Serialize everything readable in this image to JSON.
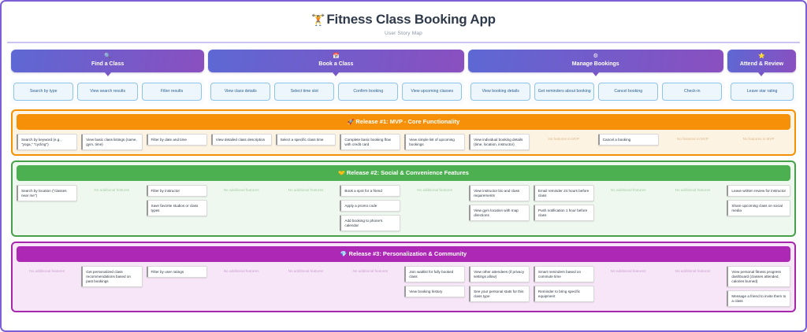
{
  "header": {
    "title": "Fitness Class Booking App",
    "title_icon": "🏋",
    "subtitle": "User Story Map"
  },
  "activities": [
    {
      "label": "Find a Class",
      "icon": "🔍",
      "span": 3
    },
    {
      "label": "Book a Class",
      "icon": "📅",
      "span": 4
    },
    {
      "label": "Manage Bookings",
      "icon": "⚙",
      "span": 4
    },
    {
      "label": "Attend & Review",
      "icon": "⭐",
      "span": 1
    }
  ],
  "tasks": [
    {
      "label": "Search by type"
    },
    {
      "label": "View search results"
    },
    {
      "label": "Filter results"
    },
    {
      "label": "View class details"
    },
    {
      "label": "Select time slot"
    },
    {
      "label": "Confirm booking"
    },
    {
      "label": "View upcoming classes"
    },
    {
      "label": "View booking details"
    },
    {
      "label": "Get reminders about booking"
    },
    {
      "label": "Cancel booking"
    },
    {
      "label": "Check-in"
    },
    {
      "label": "Leave star rating"
    }
  ],
  "releases": [
    {
      "title": "Release #1: MVP - Core Functionality",
      "icon": "🚀",
      "accent": "#f79009",
      "empty_label": "No features in MVP",
      "columns": [
        [
          "Search by keyword (e.g., \"yoga,\" \"cycling\")"
        ],
        [
          "View basic class listings (name, gym, time)"
        ],
        [
          "Filter by date and time"
        ],
        [
          "View detailed class description"
        ],
        [
          "Select a specific class time"
        ],
        [
          "Complete basic booking flow with credit card"
        ],
        [
          "View simple list of upcoming bookings"
        ],
        [
          "View individual booking details (time, location, instructor)"
        ],
        [],
        [
          "Cancel a booking"
        ],
        [],
        []
      ]
    },
    {
      "title": "Release #2: Social & Convenience Features",
      "icon": "🤝",
      "accent": "#4caf50",
      "empty_label": "No additional features",
      "columns": [
        [
          "Search by location (\"classes near me\")"
        ],
        [],
        [
          "Filter by instructor",
          "Save favorite studios or class types"
        ],
        [],
        [],
        [
          "Book a spot for a friend",
          "Apply a promo code",
          "Add booking to phone's calendar"
        ],
        [],
        [
          "View instructor bio and class requirements",
          "View gym location with map directions"
        ],
        [
          "Email reminder 24 hours before class",
          "Push notification 1 hour before class"
        ],
        [],
        [],
        [
          "Leave written review for instructor",
          "Share upcoming class on social media"
        ]
      ]
    },
    {
      "title": "Release #3: Personalization & Community",
      "icon": "💎",
      "accent": "#ad28b5",
      "empty_label": "No additional features",
      "columns": [
        [],
        [
          "Get personalized class recommendations based on past bookings"
        ],
        [
          "Filter by user ratings"
        ],
        [],
        [],
        [],
        [
          "Join waitlist for fully booked class",
          "View booking history"
        ],
        [
          "View other attendees (if privacy settings allow)",
          "See your personal stats for this class type"
        ],
        [
          "Smart reminders based on commute time",
          "Reminder to bring specific equipment"
        ],
        [],
        [],
        [
          "View personal fitness progress dashboard (classes attended, calories burned)",
          "Message a friend to invite them to a class"
        ]
      ]
    }
  ]
}
